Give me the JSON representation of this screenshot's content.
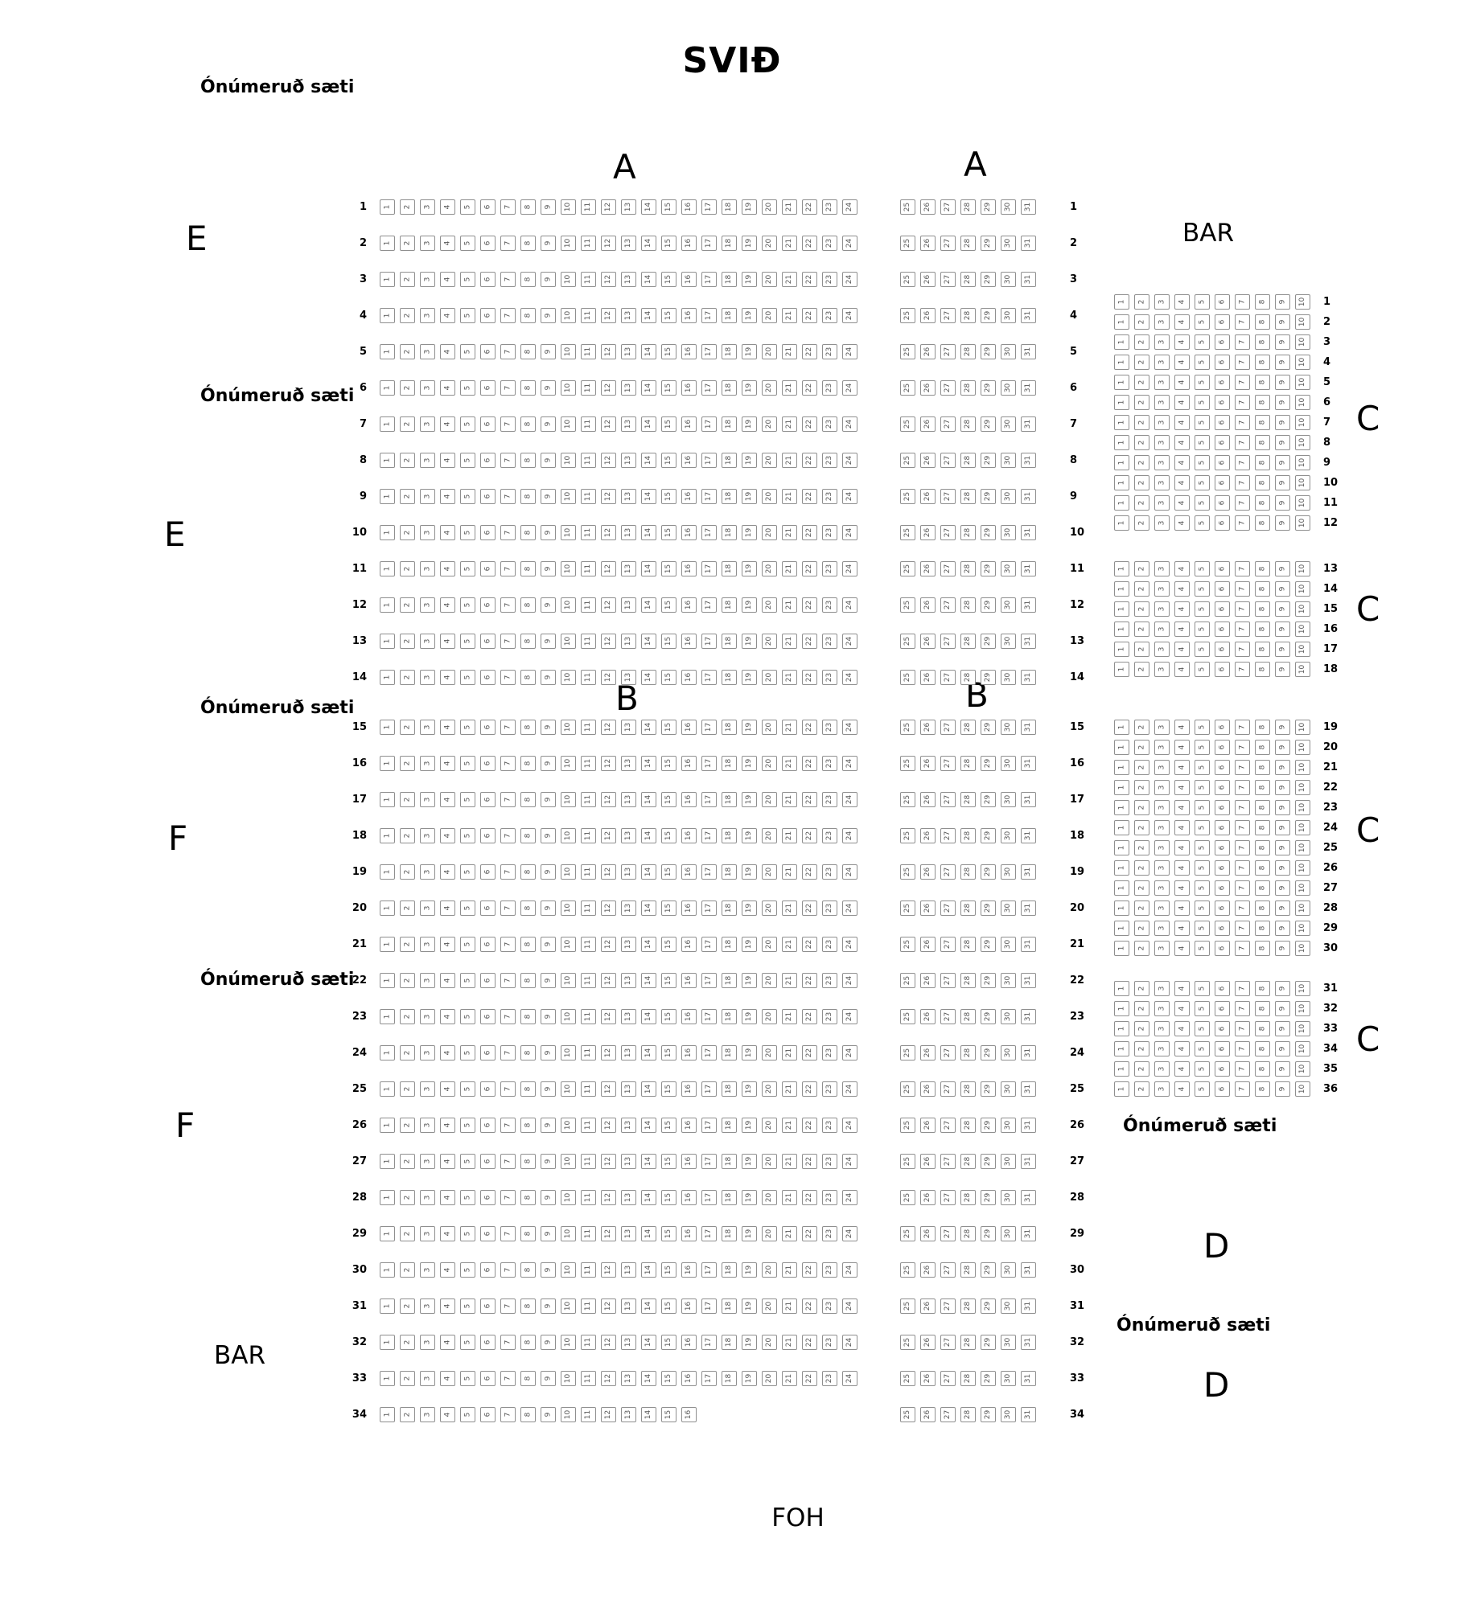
{
  "labels": {
    "stage": "SVIÐ",
    "foh": "FOH",
    "bar": "BAR",
    "unnumbered": "Ónúmeruð sæti",
    "section_a": "A",
    "section_b": "B",
    "section_c": "C",
    "section_d": "D",
    "section_e": "E",
    "section_f": "F"
  },
  "colors": {
    "background": "#ffffff",
    "seat_border": "#8f8f8f",
    "seat_number_text": "#555555",
    "label_text": "#000000"
  },
  "seat_map": {
    "main_left_block": {
      "description": "Main floor left block, section A rows 1-14 and section B rows 15-34",
      "row_first": 1,
      "row_last": 34,
      "section_split_after_row": 14,
      "seats_per_row": 24,
      "row_seat_overrides": {
        "34": 16
      },
      "seat_number_first": 1,
      "row_label_side": "left"
    },
    "main_right_block": {
      "description": "Main floor right block, section A rows 1-14 and section B rows 15-34",
      "row_first": 1,
      "row_last": 34,
      "section_split_after_row": 14,
      "seats_per_row": 7,
      "seat_number_first": 25,
      "row_label_side": "right"
    },
    "c_block": {
      "description": "Side section C, four row groups",
      "seats_per_row": 10,
      "seat_number_first": 1,
      "row_label_side": "right",
      "groups": [
        {
          "row_first": 1,
          "row_last": 12
        },
        {
          "row_first": 13,
          "row_last": 18
        },
        {
          "row_first": 19,
          "row_last": 30
        },
        {
          "row_first": 31,
          "row_last": 36
        }
      ]
    }
  }
}
